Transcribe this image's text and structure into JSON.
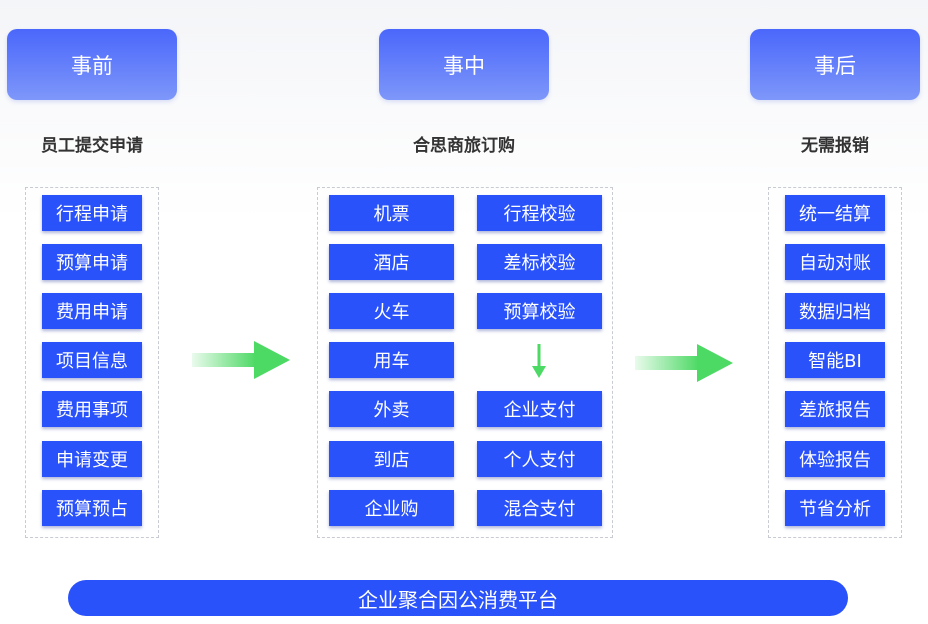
{
  "phases": {
    "before": {
      "title": "事前",
      "subtitle": "员工提交申请"
    },
    "during": {
      "title": "事中",
      "subtitle": "合思商旅订购"
    },
    "after": {
      "title": "事后",
      "subtitle": "无需报销"
    }
  },
  "before_items": [
    "行程申请",
    "预算申请",
    "费用申请",
    "项目信息",
    "费用事项",
    "申请变更",
    "预算预占"
  ],
  "during_left": [
    "机票",
    "酒店",
    "火车",
    "用车",
    "外卖",
    "到店",
    "企业购"
  ],
  "during_right_top": [
    "行程校验",
    "差标校验",
    "预算校验"
  ],
  "during_right_bottom": [
    "企业支付",
    "个人支付",
    "混合支付"
  ],
  "after_items": [
    "统一结算",
    "自动对账",
    "数据归档",
    "智能BI",
    "差旅报告",
    "体验报告",
    "节省分析"
  ],
  "platform": "企业聚合因公消费平台",
  "colors": {
    "item": "#2a52fa",
    "phase_top": "#4a67fb",
    "phase_bottom": "#7e97fa",
    "arrow": "#4cd964"
  }
}
